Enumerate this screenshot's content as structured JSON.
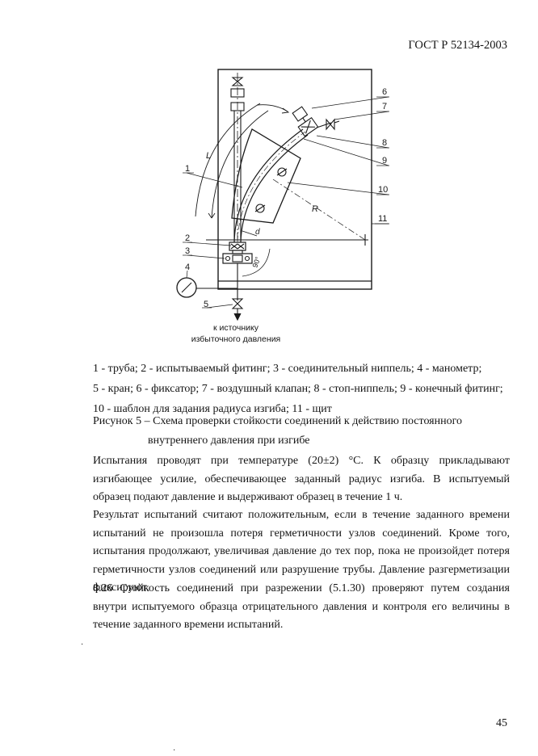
{
  "header": {
    "doc_id": "ГОСТ Р 52134-2003"
  },
  "figure": {
    "callouts": [
      "1",
      "2",
      "3",
      "4",
      "5",
      "6",
      "7",
      "8",
      "9",
      "10",
      "11"
    ],
    "dim_L": "L",
    "dim_R": "R",
    "dim_d": "d",
    "angle": "90°",
    "source_line1": "к источнику",
    "source_line2": "избыточного давления"
  },
  "legend": {
    "line1": "1 - труба; 2 - испытываемый фитинг; 3 - соединительный ниппель; 4 - манометр;",
    "line2": "5 - кран; 6 - фиксатор; 7 - воздушный клапан; 8 - стоп-ниппель; 9 - конечный фитинг;",
    "line3": "10 - шаблон для задания радиуса изгиба; 11 - щит"
  },
  "caption": {
    "line1": "Рисунок 5 – Схема проверки стойкости соединений к действию постоянного",
    "line2": "внутреннего давления при изгибе"
  },
  "paragraphs": {
    "p1": "Испытания проводят при температуре (20±2) °С. К образцу прикладывают изгибающее усилие, обеспечивающее заданный радиус изгиба. В испытуемый образец подают давление и выдерживают образец в течение  1 ч.",
    "p2": "Результат испытаний считают положительным, если в течение заданного  времени испытаний не произошла потеря герметичности узлов соединений. Кроме того, испытания продолжают, увеличивая давление до тех пор, пока не произойдет потеря герметичности узлов соединений или разрушение трубы. Давление разгерметизации фиксируют.",
    "p3": "8.26  Стойкость соединений при разрежении (5.1.30) проверяют путем создания внутри испытуемого образца отрицательного давления и контроля его величины в течение заданного времени испытаний."
  },
  "footer": {
    "page_number": "45"
  }
}
